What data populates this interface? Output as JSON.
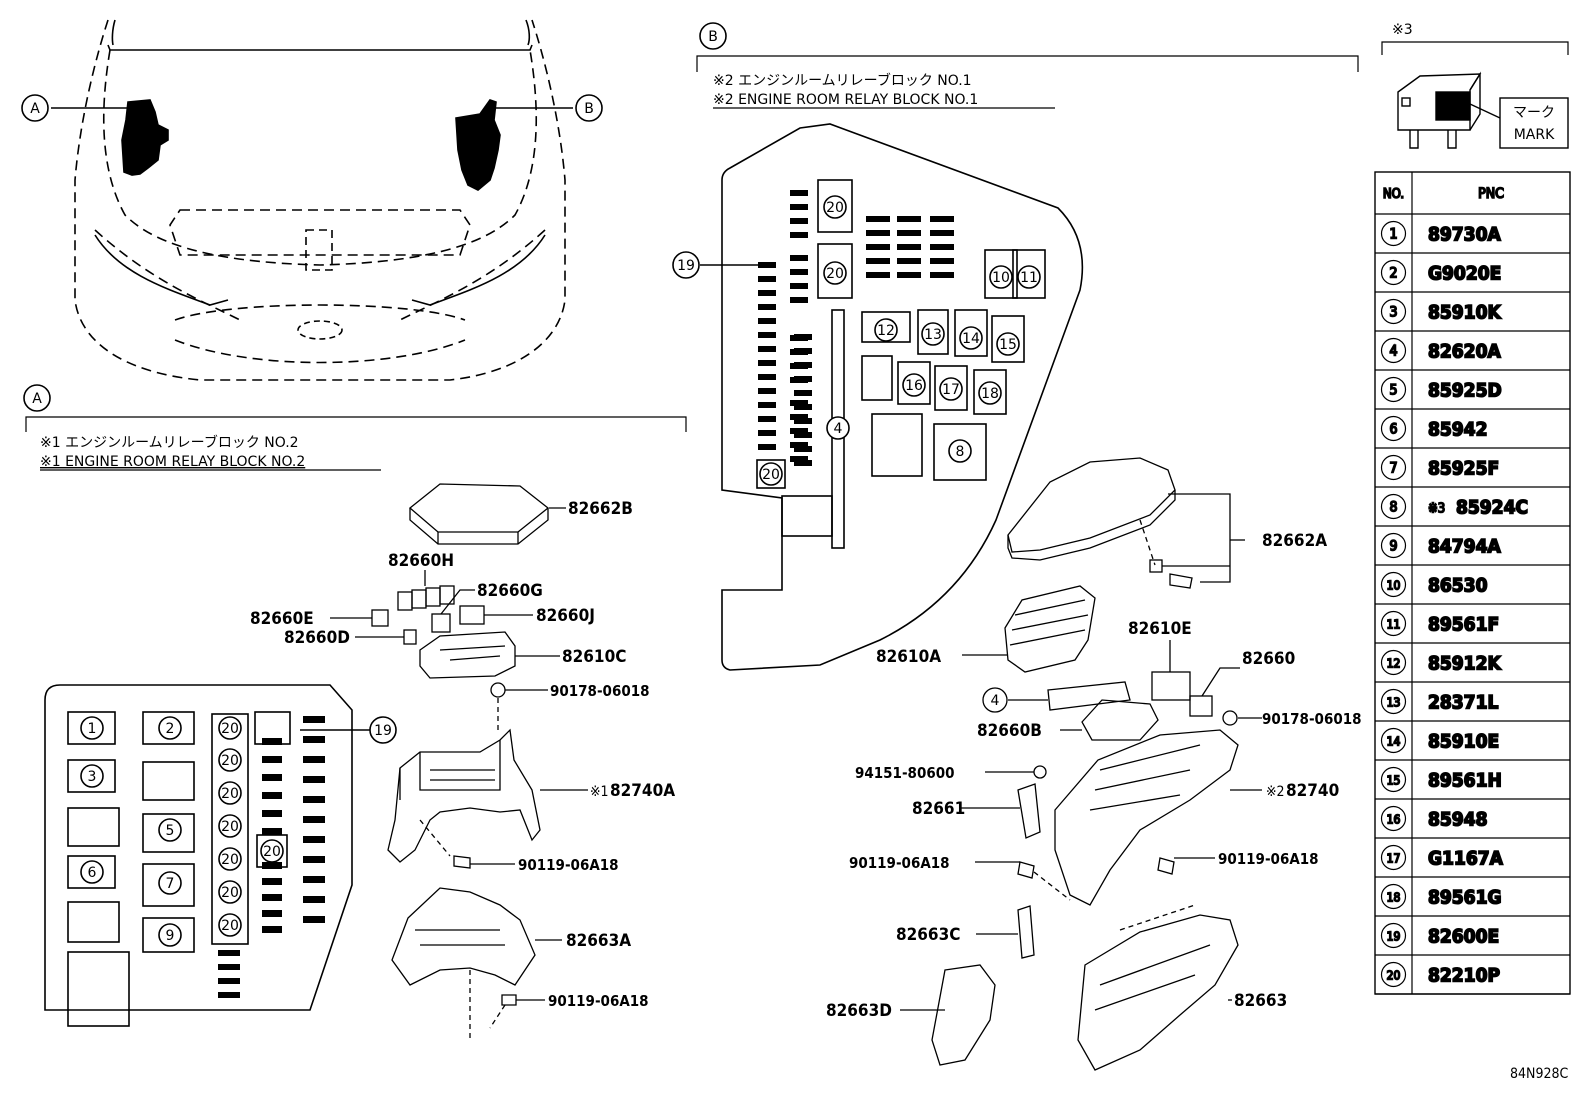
{
  "diagram_code": "84N928C",
  "views": {
    "a": "A",
    "b": "B"
  },
  "block_a": {
    "title_jp": "※1 エンジンルームリレーブロック NO.2",
    "title_en": "※1 ENGINE ROOM RELAY BLOCK NO.2"
  },
  "block_b": {
    "title_jp": "※2 エンジンルームリレーブロック NO.1",
    "title_en": "※2 ENGINE ROOM RELAY BLOCK NO.1"
  },
  "mark_box": {
    "note": "※3",
    "label_jp": "マーク",
    "label_en": "MARK"
  },
  "parts_a": {
    "cover": "82662B",
    "h": "82660H",
    "g": "82660G",
    "e": "82660E",
    "j": "82660J",
    "d": "82660D",
    "block": "82610C",
    "nut": "90178-06018",
    "case_prefix": "※1",
    "case": "82740A",
    "bolt1": "90119-06A18",
    "lower": "82663A",
    "bolt2": "90119-06A18"
  },
  "parts_b": {
    "cover": "82662A",
    "e": "82610E",
    "a": "82610A",
    "relay": "82660",
    "nut": "90178-06018",
    "b": "82660B",
    "n94151": "94151-80600",
    "c82661": "82661",
    "case_prefix": "※2",
    "case": "82740",
    "bolt_left": "90119-06A18",
    "bolt_right": "90119-06A18",
    "c": "82663C",
    "d": "82663D",
    "lower": "82663",
    "ref4": "4"
  },
  "legend_table": {
    "headers": [
      "NO.",
      "PNC"
    ],
    "rows": [
      {
        "no": "1",
        "pnc": "89730A"
      },
      {
        "no": "2",
        "pnc": "G9020E"
      },
      {
        "no": "3",
        "pnc": "85910K"
      },
      {
        "no": "4",
        "pnc": "82620A"
      },
      {
        "no": "5",
        "pnc": "85925D"
      },
      {
        "no": "6",
        "pnc": "85942"
      },
      {
        "no": "7",
        "pnc": "85925F"
      },
      {
        "no": "8",
        "prefix": "※3",
        "pnc": "85924C"
      },
      {
        "no": "9",
        "pnc": "84794A"
      },
      {
        "no": "10",
        "pnc": "86530"
      },
      {
        "no": "11",
        "pnc": "89561F"
      },
      {
        "no": "12",
        "pnc": "85912K"
      },
      {
        "no": "13",
        "pnc": "28371L"
      },
      {
        "no": "14",
        "pnc": "85910E"
      },
      {
        "no": "15",
        "pnc": "89561H"
      },
      {
        "no": "16",
        "pnc": "85948"
      },
      {
        "no": "17",
        "pnc": "G1167A"
      },
      {
        "no": "18",
        "pnc": "89561G"
      },
      {
        "no": "19",
        "pnc": "82600E"
      },
      {
        "no": "20",
        "pnc": "82210P"
      }
    ]
  },
  "layout_a": {
    "slots": [
      "1",
      "2",
      "3",
      "5",
      "6",
      "7",
      "9",
      "20",
      "20",
      "20",
      "20",
      "20",
      "20",
      "20",
      "20",
      "19"
    ]
  },
  "layout_b": {
    "slots": [
      "20",
      "20",
      "19",
      "20",
      "4",
      "10",
      "11",
      "12",
      "13",
      "14",
      "15",
      "16",
      "17",
      "18",
      "8"
    ]
  }
}
